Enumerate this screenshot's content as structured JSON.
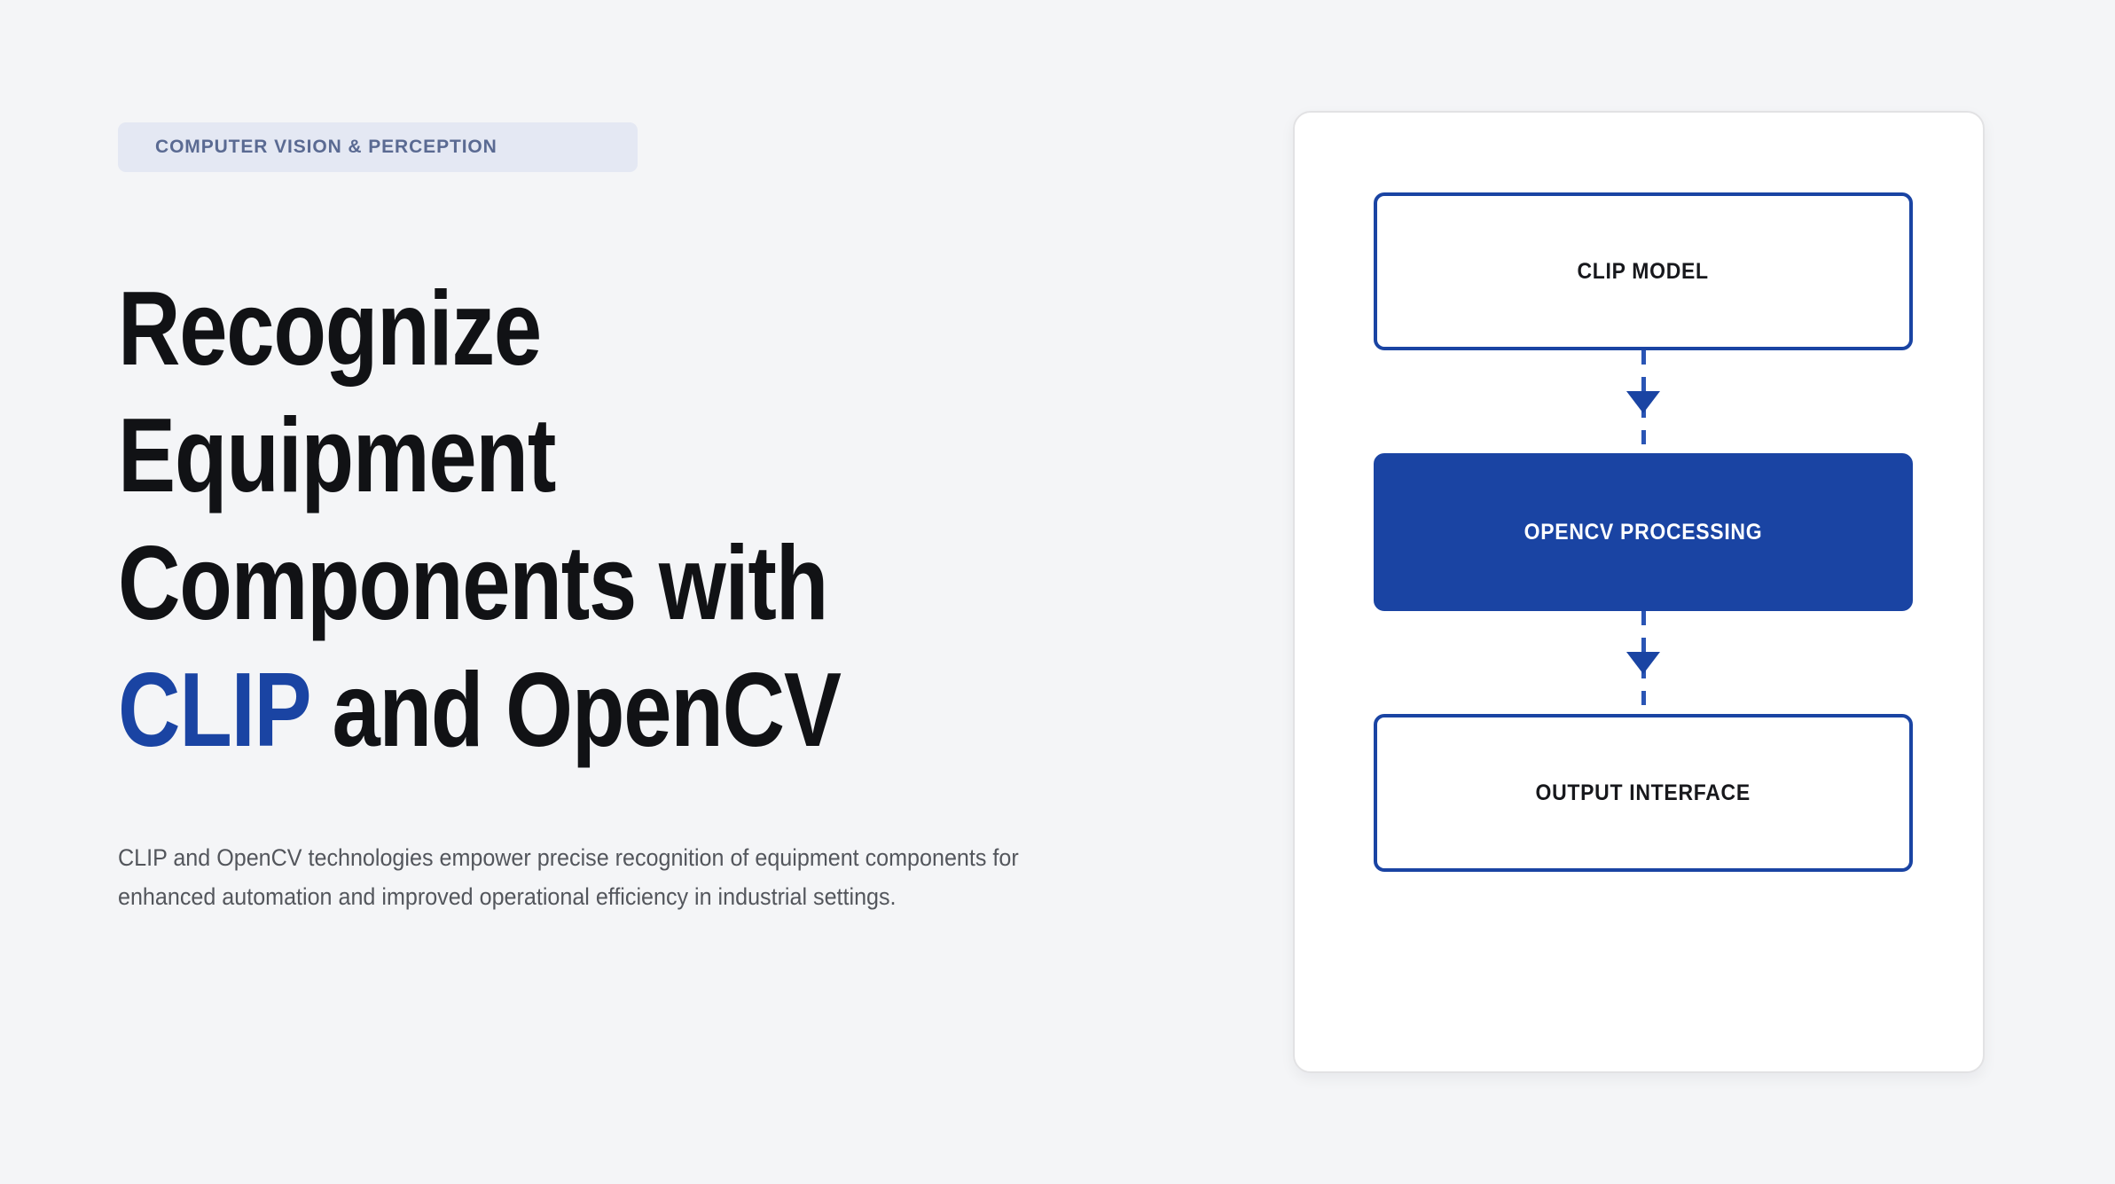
{
  "theme": {
    "page_background": "#f4f5f7",
    "accent_blue": "#1a44a3",
    "badge_background": "#e4e8f3",
    "badge_text_color": "#5a6a92",
    "headline_color": "#111215",
    "body_text_color": "#53565c",
    "card_background": "#ffffff",
    "card_border": "#e2e2e4"
  },
  "hero": {
    "eyebrow": "COMPUTER VISION & PERCEPTION",
    "headline": {
      "part1": "Recognize Equipment Components with ",
      "accent": "CLIP",
      "part2": " and OpenCV",
      "full_text": "Recognize Equipment Components with CLIP and OpenCV"
    },
    "body": "CLIP and OpenCV technologies empower precise recognition of equipment components for enhanced automation and improved operational efficiency in industrial settings."
  },
  "diagram": {
    "type": "flowchart",
    "orientation": "vertical",
    "connector_style": "dashed",
    "arrow_direction": "down",
    "nodes": [
      {
        "id": "clip-model",
        "label": "CLIP MODEL",
        "style": "outline"
      },
      {
        "id": "opencv-processing",
        "label": "OPENCV PROCESSING",
        "style": "filled"
      },
      {
        "id": "output-interface",
        "label": "OUTPUT INTERFACE",
        "style": "outline"
      }
    ],
    "edges": [
      {
        "from": "clip-model",
        "to": "opencv-processing"
      },
      {
        "from": "opencv-processing",
        "to": "output-interface"
      }
    ]
  }
}
